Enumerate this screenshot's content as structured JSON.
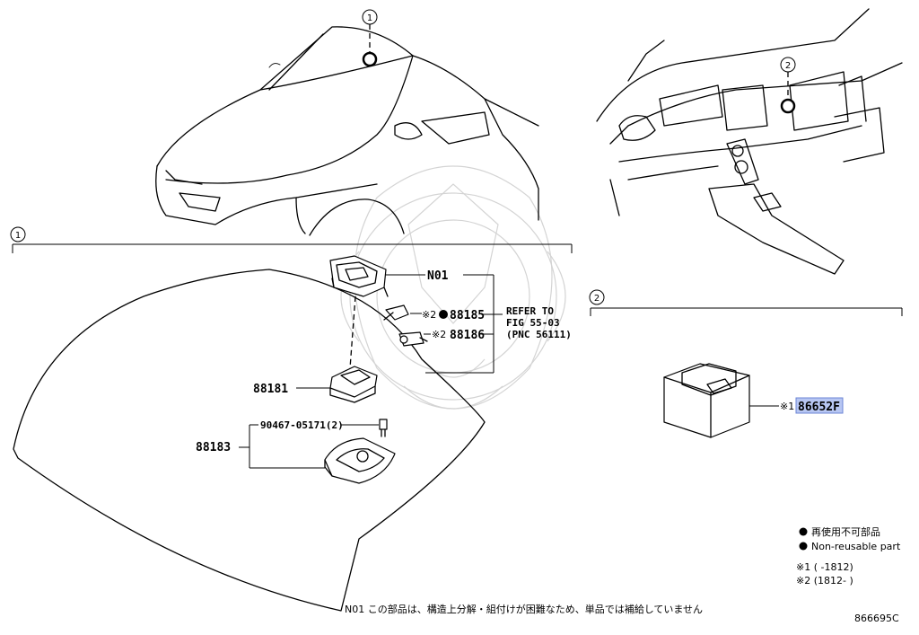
{
  "callouts": {
    "one": "1",
    "two": "2"
  },
  "parts": {
    "n01": "N01",
    "p88185": "88185",
    "p88185_prefix": "※2",
    "p88186": "88186",
    "p88186_prefix": "※2",
    "p88181": "88181",
    "p90467": "90467-05171(2)",
    "p88183": "88183",
    "p86652f": "86652F",
    "p86652f_prefix": "※1"
  },
  "refer": {
    "line1": "REFER TO",
    "line2": "FIG 55-03",
    "line3": "(PNC 56111)"
  },
  "legend": {
    "jp": "再使用不可部品",
    "en": "Non-reusable part",
    "note1": "※1 (      -1812)",
    "note2": "※2 (1812-      )"
  },
  "footer": {
    "note": "N01 この部品は、構造上分解・組付けが困難なため、単品では補給していません",
    "code": "866695C"
  }
}
